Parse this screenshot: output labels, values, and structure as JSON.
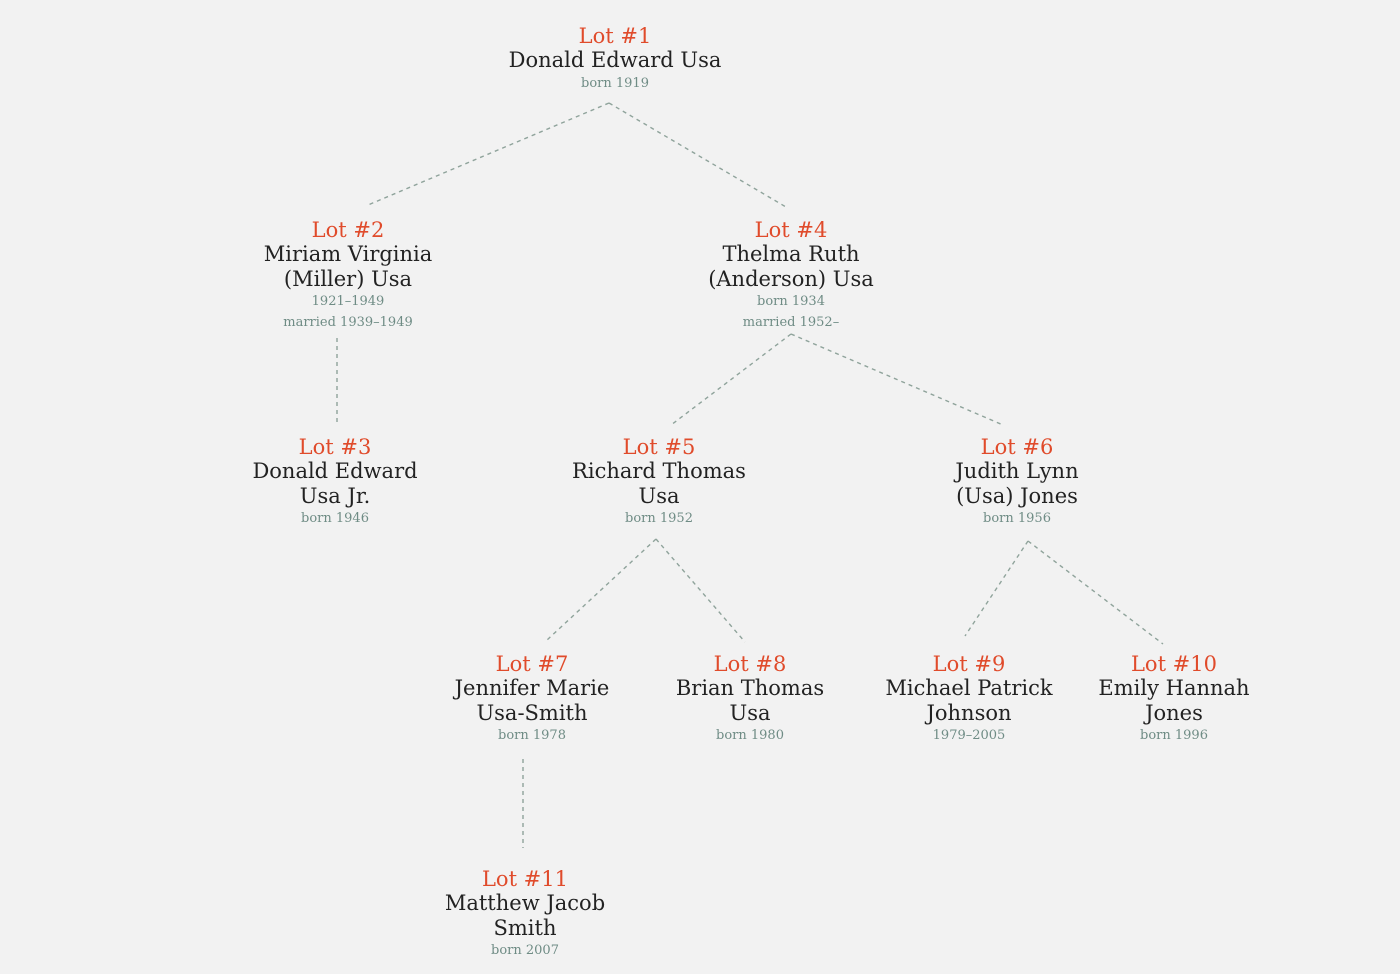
{
  "colors": {
    "background": "#f2f2f2",
    "lot": "#e04b2b",
    "name": "#222222",
    "meta": "#6f8c85",
    "connector": "#8fa39b"
  },
  "nodes": {
    "n1": {
      "lot": "Lot #1",
      "name": "Donald Edward Usa",
      "meta": [
        "born 1919"
      ]
    },
    "n2": {
      "lot": "Lot #2",
      "name": "Miriam Virginia\n(Miller) Usa",
      "meta": [
        "1921–1949",
        "married 1939–1949"
      ]
    },
    "n3": {
      "lot": "Lot #3",
      "name": "Donald Edward\nUsa Jr.",
      "meta": [
        "born 1946"
      ]
    },
    "n4": {
      "lot": "Lot #4",
      "name": "Thelma Ruth\n(Anderson) Usa",
      "meta": [
        "born 1934",
        "married 1952–"
      ]
    },
    "n5": {
      "lot": "Lot #5",
      "name": "Richard Thomas\nUsa",
      "meta": [
        "born 1952"
      ]
    },
    "n6": {
      "lot": "Lot #6",
      "name": "Judith Lynn\n(Usa) Jones",
      "meta": [
        "born 1956"
      ]
    },
    "n7": {
      "lot": "Lot #7",
      "name": "Jennifer Marie\nUsa-Smith",
      "meta": [
        "born 1978"
      ]
    },
    "n8": {
      "lot": "Lot #8",
      "name": "Brian Thomas\nUsa",
      "meta": [
        "born 1980"
      ]
    },
    "n9": {
      "lot": "Lot #9",
      "name": "Michael Patrick\nJohnson",
      "meta": [
        "1979–2005"
      ]
    },
    "n10": {
      "lot": "Lot #10",
      "name": "Emily Hannah\nJones",
      "meta": [
        "born 1996"
      ]
    },
    "n11": {
      "lot": "Lot #11",
      "name": "Matthew Jacob\nSmith",
      "meta": [
        "born 2007"
      ]
    }
  },
  "edges": [
    [
      "n1",
      "n2"
    ],
    [
      "n1",
      "n4"
    ],
    [
      "n2",
      "n3"
    ],
    [
      "n4",
      "n5"
    ],
    [
      "n4",
      "n6"
    ],
    [
      "n5",
      "n7"
    ],
    [
      "n5",
      "n8"
    ],
    [
      "n6",
      "n9"
    ],
    [
      "n6",
      "n10"
    ],
    [
      "n7",
      "n11"
    ]
  ]
}
